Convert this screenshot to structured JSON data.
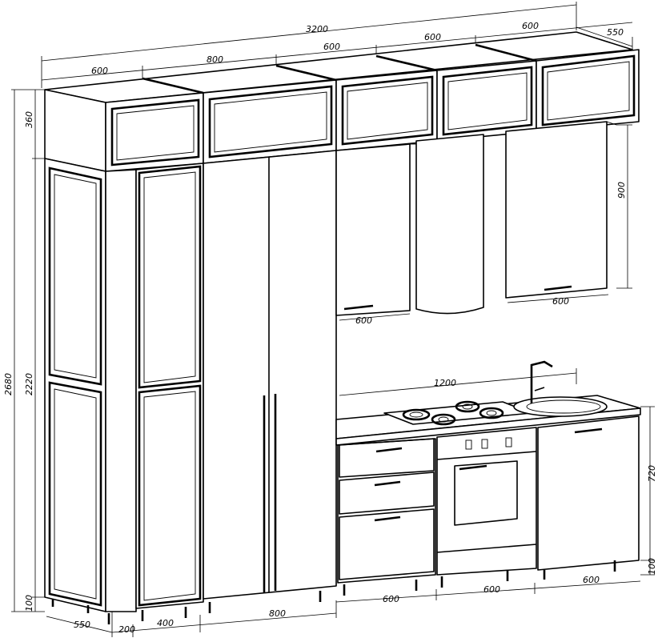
{
  "drawing": {
    "overall_width": "3200",
    "overall_depth": "550",
    "overall_height": "2680",
    "tall_height": "2220",
    "top_module_height": "360",
    "wall_cabinet_height": "900",
    "base_height": "720",
    "plinth_left": "100",
    "plinth_right": "100",
    "worktop_length": "1200",
    "top_widths": [
      "600",
      "800",
      "600",
      "600",
      "600"
    ],
    "wall_widths": [
      "600",
      "600"
    ],
    "base_widths": [
      "600",
      "600",
      "600"
    ],
    "bottom_widths": [
      "550",
      "200",
      "400",
      "800"
    ]
  }
}
